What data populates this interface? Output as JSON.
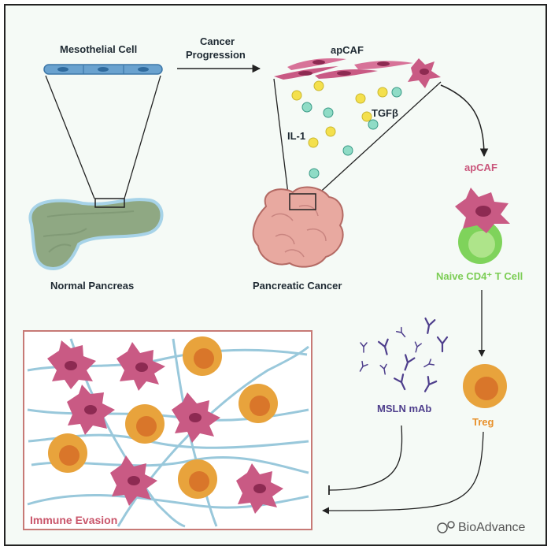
{
  "labels": {
    "mesothelial_cell": "Mesothelial Cell",
    "cancer_progression_1": "Cancer",
    "cancer_progression_2": "Progression",
    "apcaf_top": "apCAF",
    "tgfb": "TGFβ",
    "il1": "IL-1",
    "normal_pancreas": "Normal Pancreas",
    "pancreatic_cancer": "Pancreatic Cancer",
    "apcaf_right": "apCAF",
    "naive_t_cell": "Naive CD4⁺ T Cell",
    "mab": "MSLN mAb",
    "treg": "Treg",
    "immune_evasion": "Immune Evasion",
    "watermark": "BioAdvance"
  },
  "colors": {
    "caf_pink": "#c95a84",
    "caf_nucleus": "#8d2a52",
    "treg_orange": "#e8a33c",
    "treg_nucleus": "#d9762a",
    "tcell_green": "#7fd35b",
    "antibody_purple": "#4e3e8c",
    "fiber_blue": "#8fc3d8",
    "pancreas_green": "#8fa883",
    "tumor_pink": "#e8a9a0",
    "il1_yellow": "#f4e04d",
    "tgfb_teal": "#7fd3c3",
    "box_border": "#c77a76"
  }
}
